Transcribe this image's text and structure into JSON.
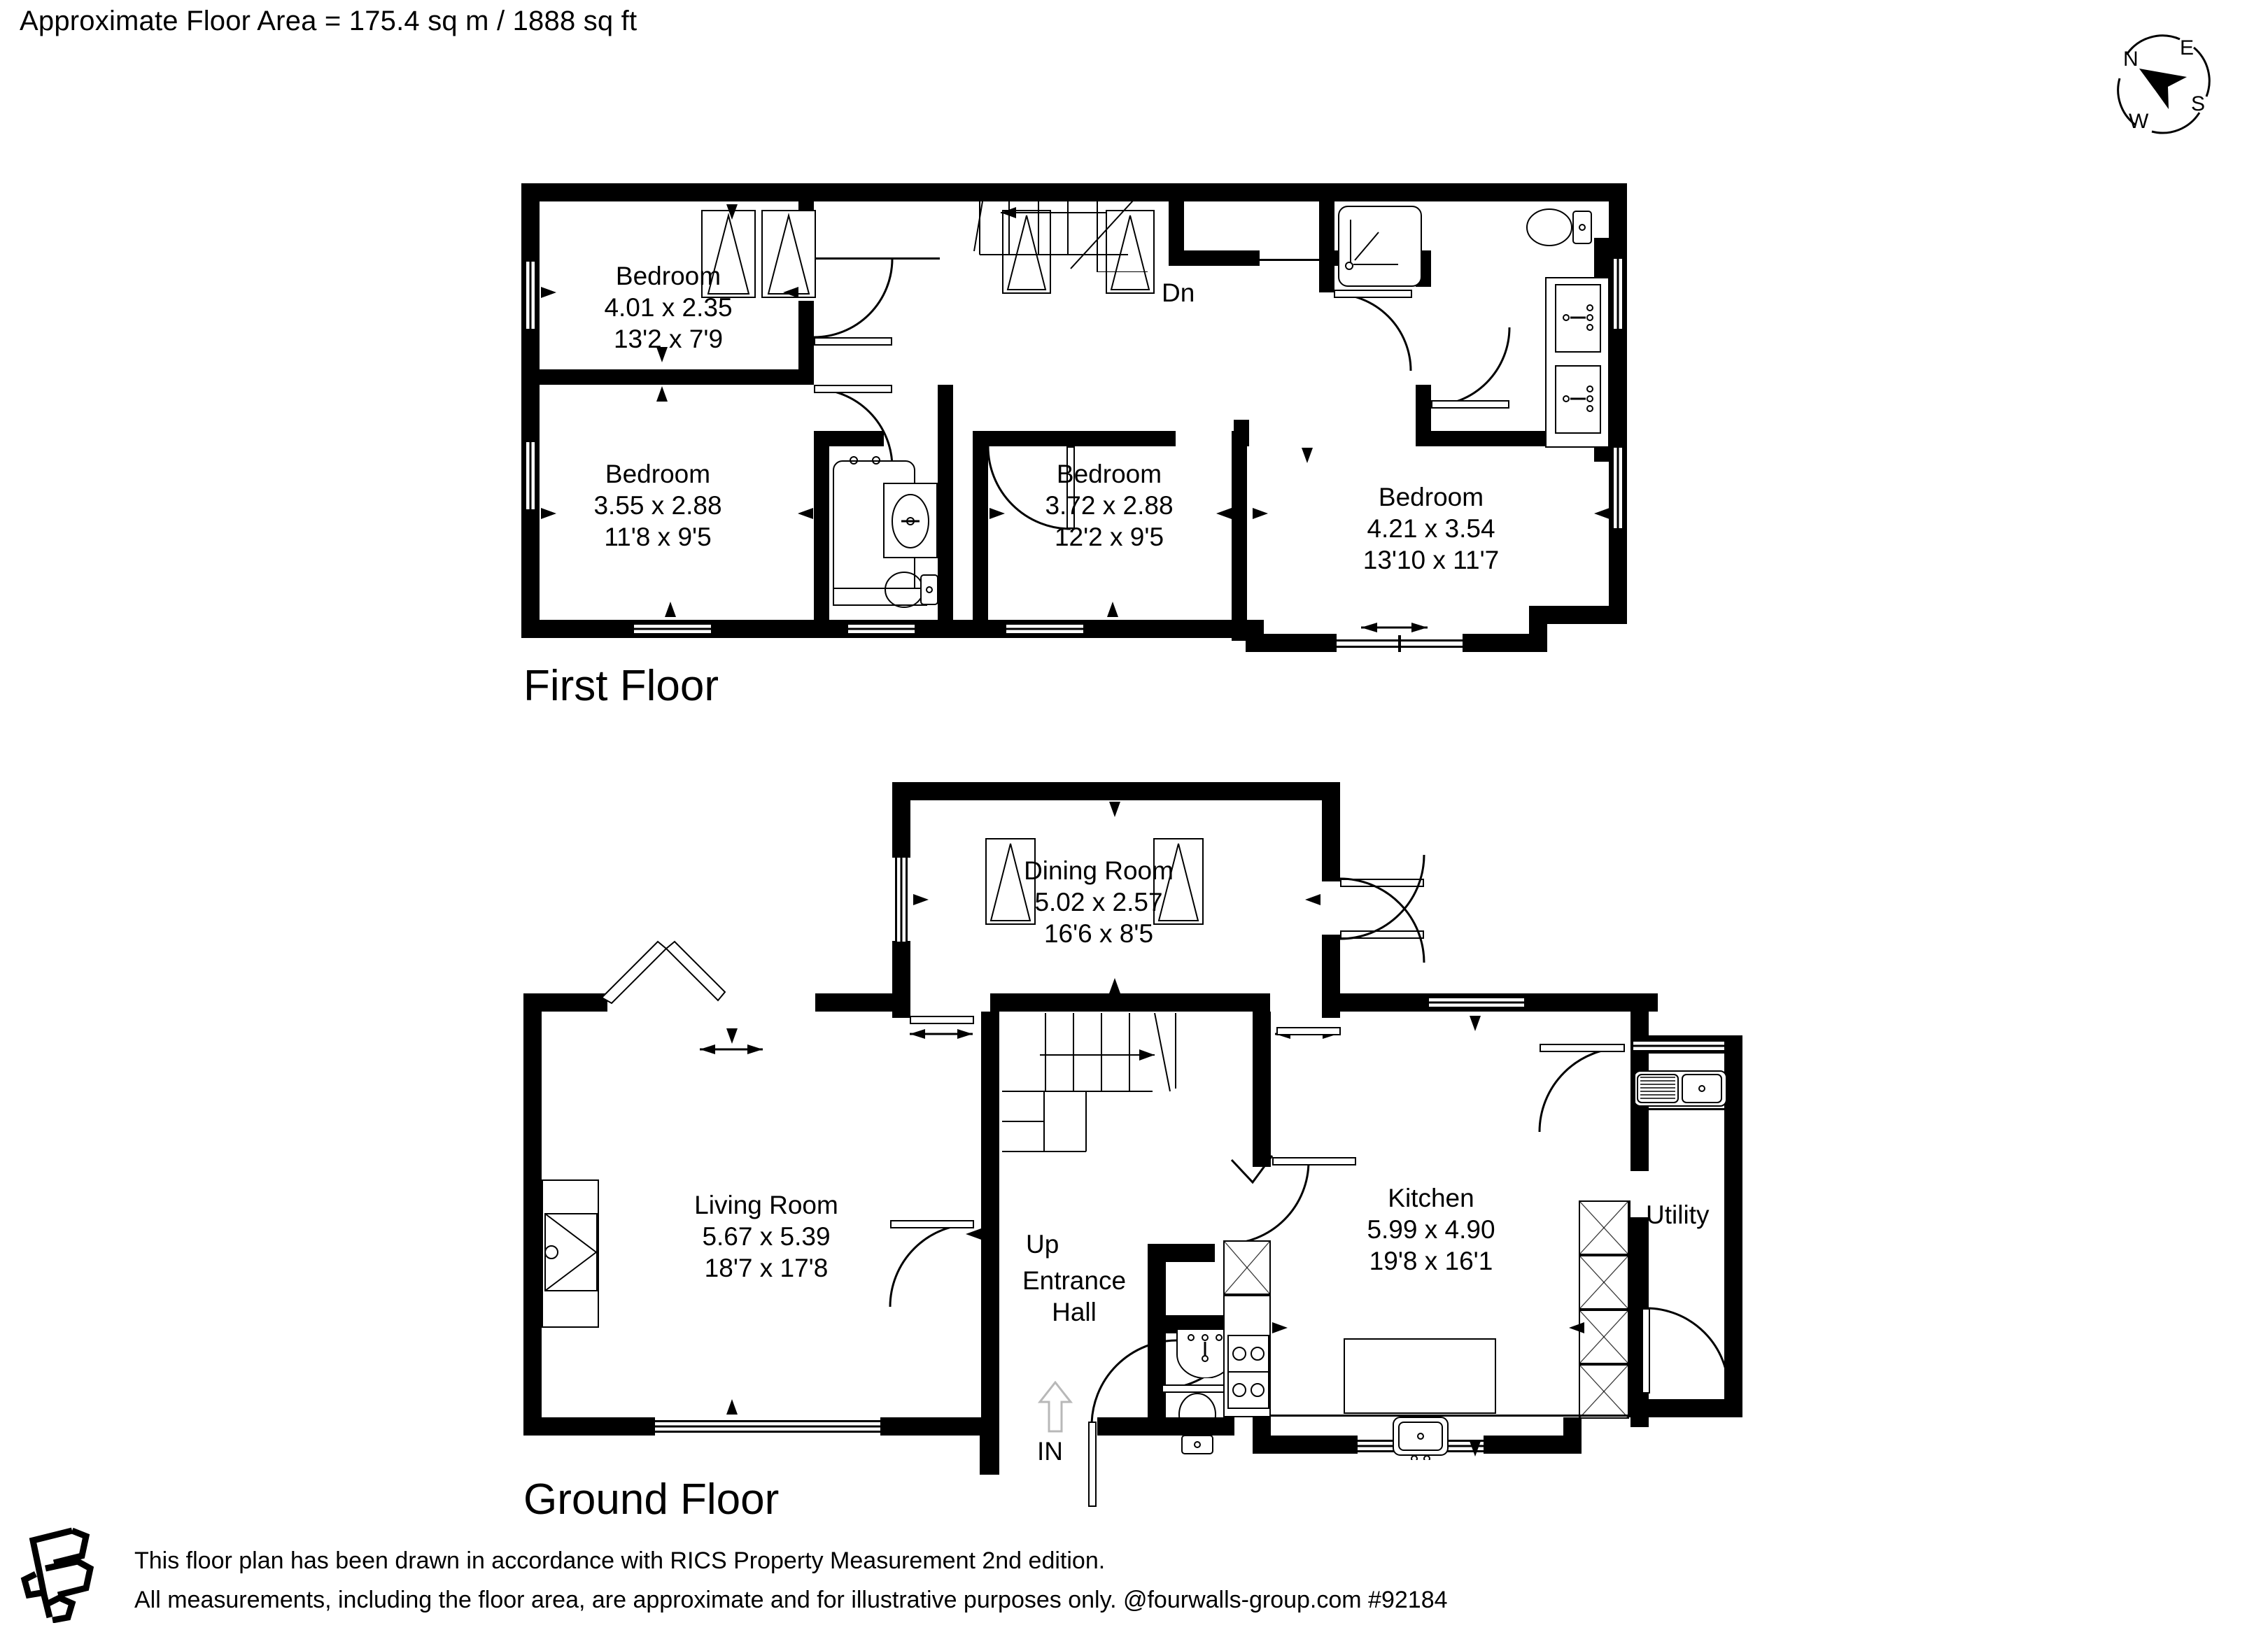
{
  "header": {
    "floor_area_text": "Approximate Floor Area = 175.4 sq m / 1888 sq ft",
    "area_sq_m": "175.4",
    "area_sq_ft": "1888"
  },
  "compass": {
    "name": "compass-rose",
    "labels": {
      "n": "N",
      "e": "E",
      "s": "S",
      "w": "W"
    }
  },
  "floors": [
    {
      "id": "first-floor",
      "title": "First Floor",
      "rooms": [
        {
          "name": "Bedroom",
          "metric": "4.01 x 2.35",
          "imperial": "13'2 x 7'9"
        },
        {
          "name": "Bedroom",
          "metric": "3.55 x 2.88",
          "imperial": "11'8 x 9'5"
        },
        {
          "name": "Bedroom",
          "metric": "3.72 x 2.88",
          "imperial": "12'2 x 9'5"
        },
        {
          "name": "Bedroom",
          "metric": "4.21 x 3.54",
          "imperial": "13'10 x 11'7"
        }
      ],
      "markers": [
        {
          "name": "stairs-down-label",
          "label": "Dn"
        }
      ]
    },
    {
      "id": "ground-floor",
      "title": "Ground Floor",
      "rooms": [
        {
          "name": "Dining Room",
          "metric": "5.02 x 2.57",
          "imperial": "16'6 x 8'5"
        },
        {
          "name": "Living Room",
          "metric": "5.67 x 5.39",
          "imperial": "18'7 x 17'8"
        },
        {
          "name": "Kitchen",
          "metric": "5.99 x 4.90",
          "imperial": "19'8 x 16'1"
        },
        {
          "name": "Utility",
          "metric": "",
          "imperial": ""
        },
        {
          "name": "Entrance Hall",
          "metric": "",
          "imperial": ""
        }
      ],
      "markers": [
        {
          "name": "stairs-up-label",
          "label": "Up"
        },
        {
          "name": "entrance-label",
          "label": "IN"
        }
      ],
      "entrance_hall_line1": "Entrance",
      "entrance_hall_line2": "Hall"
    }
  ],
  "footer": {
    "line1": "This floor plan has been drawn in accordance with RICS Property Measurement 2nd edition.",
    "line2": "All measurements, including the floor area, are approximate and for illustrative purposes only. @fourwalls-group.com #92184",
    "logo_name": "fourwalls-logo"
  },
  "colors": {
    "ink": "#000000",
    "paper": "#ffffff"
  }
}
